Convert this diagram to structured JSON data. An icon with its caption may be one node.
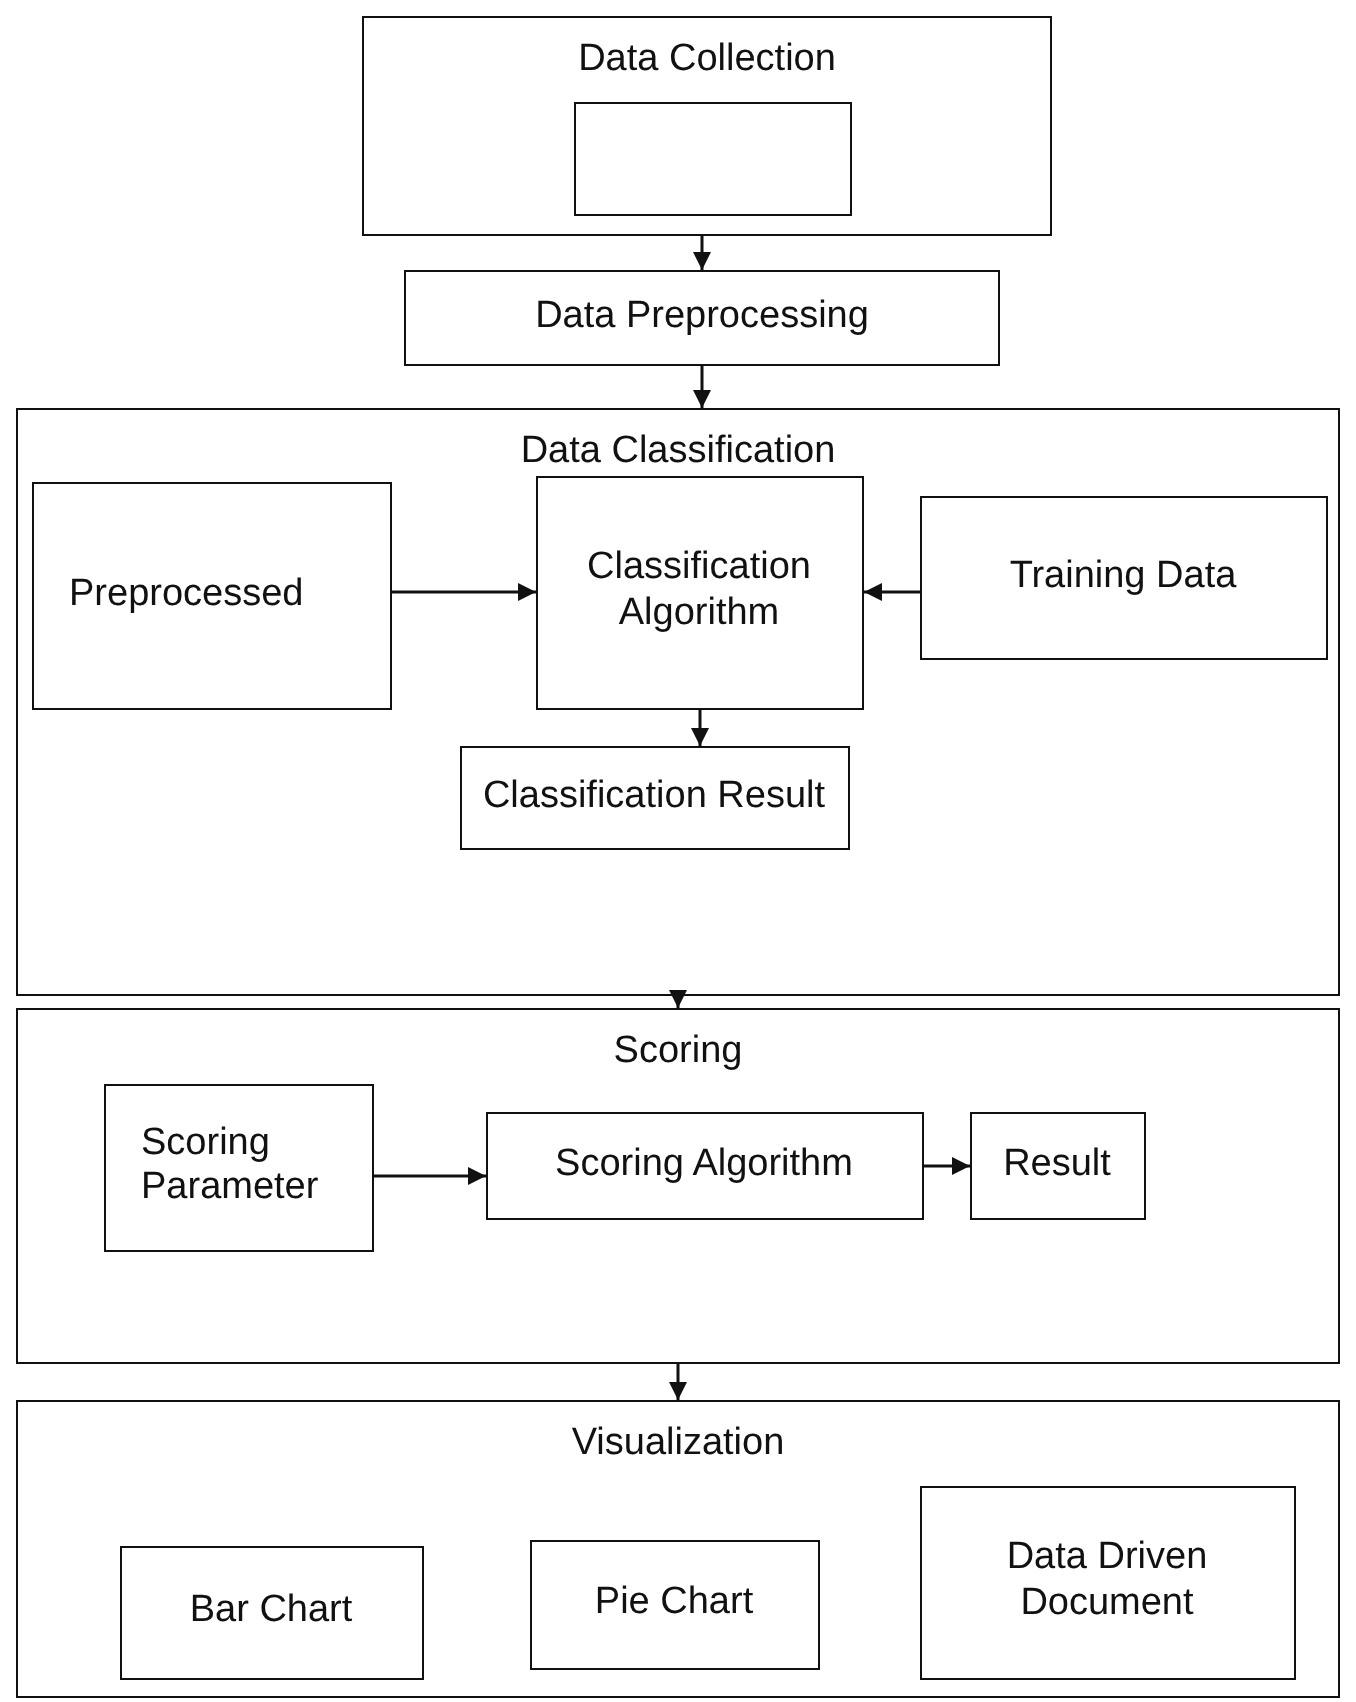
{
  "diagram": {
    "nodes": [
      {
        "text": [
          "Data Collection"
        ]
      },
      {
        "text": [],
        "shape": "box",
        "in": 0
      },
      {
        "text": [
          "Data Preprocessing"
        ]
      },
      {
        "text": [
          "Data Classification"
        ]
      },
      {
        "text": [
          "Preprocessed"
        ],
        "in": 3
      },
      {
        "text": [
          "Classification Algorithm"
        ],
        "in": 3
      },
      {
        "text": [
          "Training Data"
        ],
        "in": 3
      },
      {
        "text": [
          "Classification Result"
        ],
        "in": 3
      },
      {
        "text": [
          "Scoring"
        ]
      },
      {
        "text": [
          "Scoring Parameter"
        ],
        "in": 8
      },
      {
        "text": [
          "Scoring Algorithm"
        ],
        "in": 8
      },
      {
        "text": [
          "Result"
        ],
        "in": 8
      },
      {
        "text": [
          "Visualization"
        ]
      },
      {
        "text": [
          "Bar Chart"
        ],
        "in": 12
      },
      {
        "text": [
          "Pie Chart"
        ],
        "in": 12
      },
      {
        "text": [
          "Data Driven Document"
        ],
        "in": 12
      }
    ],
    "edges": [
      {
        "from": 0,
        "to": 2,
        "arrow": "to"
      },
      {
        "from": 2,
        "to": 3,
        "arrow": "to"
      },
      {
        "from": 4,
        "to": 5,
        "arrow": "to"
      },
      {
        "from": 6,
        "to": 5,
        "arrow": "to"
      },
      {
        "from": 5,
        "to": 7,
        "arrow": "to"
      },
      {
        "from": 3,
        "to": 8,
        "arrow": "to"
      },
      {
        "from": 8,
        "to": 12,
        "arrow": "to"
      },
      {
        "from": 9,
        "to": 10,
        "arrow": "to"
      },
      {
        "from": 10,
        "to": 11,
        "arrow": "to"
      }
    ]
  }
}
